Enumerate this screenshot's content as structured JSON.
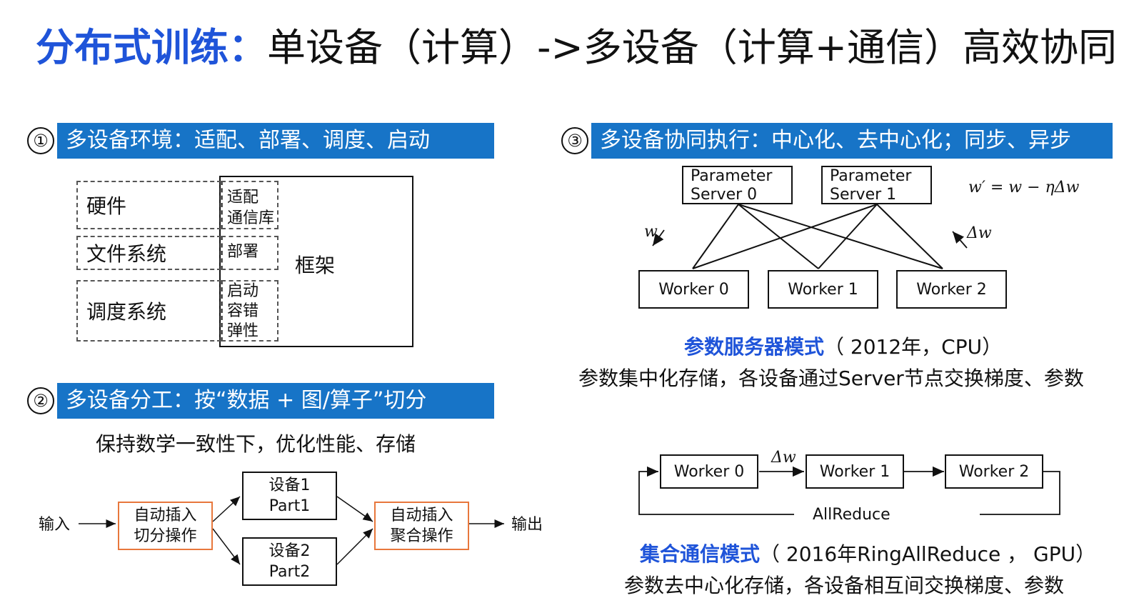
{
  "title": {
    "highlight": "分布式训练：",
    "rest": "单设备（计算）->多设备（计算+通信）高效协同"
  },
  "section1": {
    "num": "①",
    "banner": "多设备环境：适配、部署、调度、启动",
    "rows": [
      "硬件",
      "文件系统",
      "调度系统"
    ],
    "mid": [
      "适配\n通信库",
      "部署",
      "启动\n容错\n弹性"
    ],
    "framework": "框架"
  },
  "section2": {
    "num": "②",
    "banner": "多设备分工：按“数据 + 图/算子”切分",
    "subtitle": "保持数学一致性下，优化性能、存储",
    "input": "输入",
    "output": "输出",
    "split": "自动插入\n切分操作",
    "device1": "设备1\nPart1",
    "device2": "设备2\nPart2",
    "merge": "自动插入\n聚合操作"
  },
  "section3": {
    "num": "③",
    "banner": "多设备协同执行：中心化、去中心化；同步、异步",
    "servers": [
      "Parameter\nServer 0",
      "Parameter\nServer 1"
    ],
    "formula": "w′ = w − ηΔw",
    "w_label": "w",
    "dw_label": "Δw",
    "workers": [
      "Worker 0",
      "Worker 1",
      "Worker 2"
    ],
    "ps_mode": "参数服务器模式",
    "ps_note": "（ 2012年，CPU）",
    "ps_desc": "参数集中化存储，各设备通过Server节点交换梯度、参数",
    "ring_workers": [
      "Worker 0",
      "Worker 1",
      "Worker 2"
    ],
    "ring_dw": "Δw",
    "allreduce": "AllReduce",
    "cc_mode": "集合通信模式",
    "cc_note": "（ 2016年RingAllReduce ， GPU）",
    "cc_desc": "参数去中心化存储，各设备相互间交换梯度、参数"
  },
  "colors": {
    "accent": "#1f54d9",
    "banner": "#1774c7",
    "orange": "#e8773c"
  }
}
